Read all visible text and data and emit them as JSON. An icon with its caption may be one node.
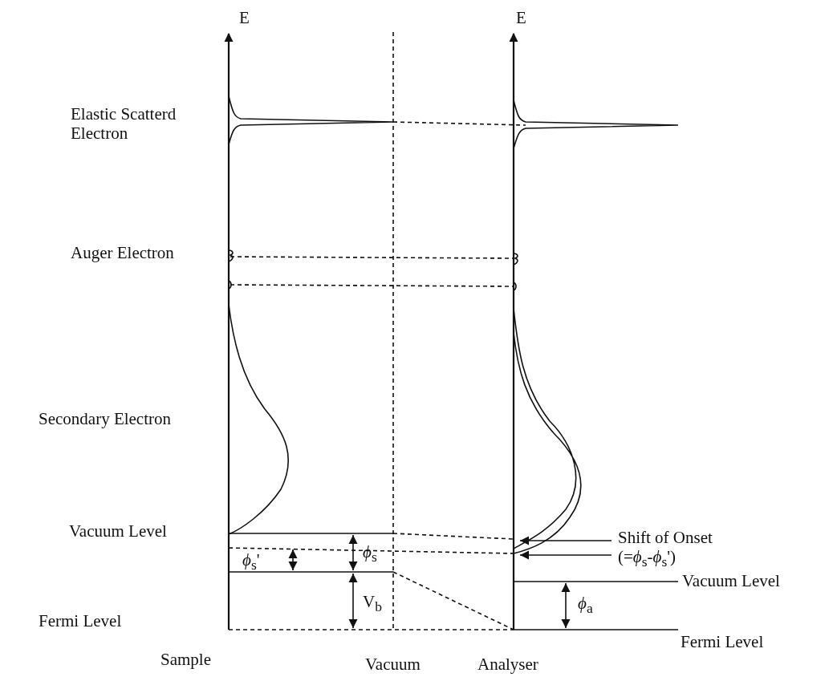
{
  "diagram": {
    "labels": [
      "E",
      "E",
      "Elastic Scatterd Electron",
      "Auger Electron",
      "Secondary Electron",
      "Vacuum Level",
      "*ϕ*$_{s}$'",
      "*ϕ*$_{s}$",
      "V$_{b}$",
      "Fermi Level",
      "Shift of Onset (=*ϕ*$_{s}$-*ϕ*$_{s}$')",
      "Vacuum Level",
      "*ϕ*$_{a}$",
      "Fermi Level",
      "Sample",
      "Vacuum",
      "Analyser"
    ]
  }
}
